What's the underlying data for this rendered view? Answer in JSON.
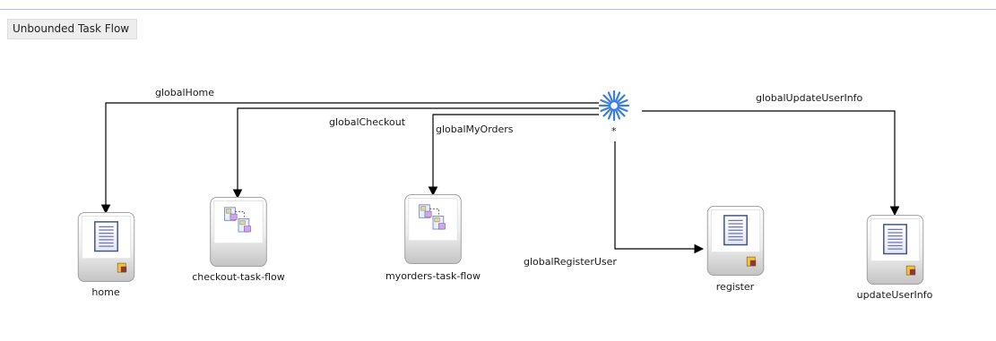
{
  "header": {
    "title": "Unbounded Task Flow"
  },
  "wildcard": {
    "label": "*",
    "icon": "wildcard-asterisk-icon"
  },
  "nodes": {
    "home": {
      "label": "home",
      "icon": "view-page-icon"
    },
    "checkout_task_flow": {
      "label": "checkout-task-flow",
      "icon": "task-flow-call-icon"
    },
    "myorders_task_flow": {
      "label": "myorders-task-flow",
      "icon": "task-flow-call-icon"
    },
    "register": {
      "label": "register",
      "icon": "view-page-icon"
    },
    "updateUserInfo": {
      "label": "updateUserInfo",
      "icon": "view-page-icon"
    }
  },
  "control_flows": {
    "globalHome": "globalHome",
    "globalCheckout": "globalCheckout",
    "globalMyOrders": "globalMyOrders",
    "globalRegisterUser": "globalRegisterUser",
    "globalUpdateUserInfo": "globalUpdateUserInfo"
  },
  "colors": {
    "wildcard": "#3b7de0",
    "edge": "#000000",
    "node_frame": "#9a9a9a"
  }
}
